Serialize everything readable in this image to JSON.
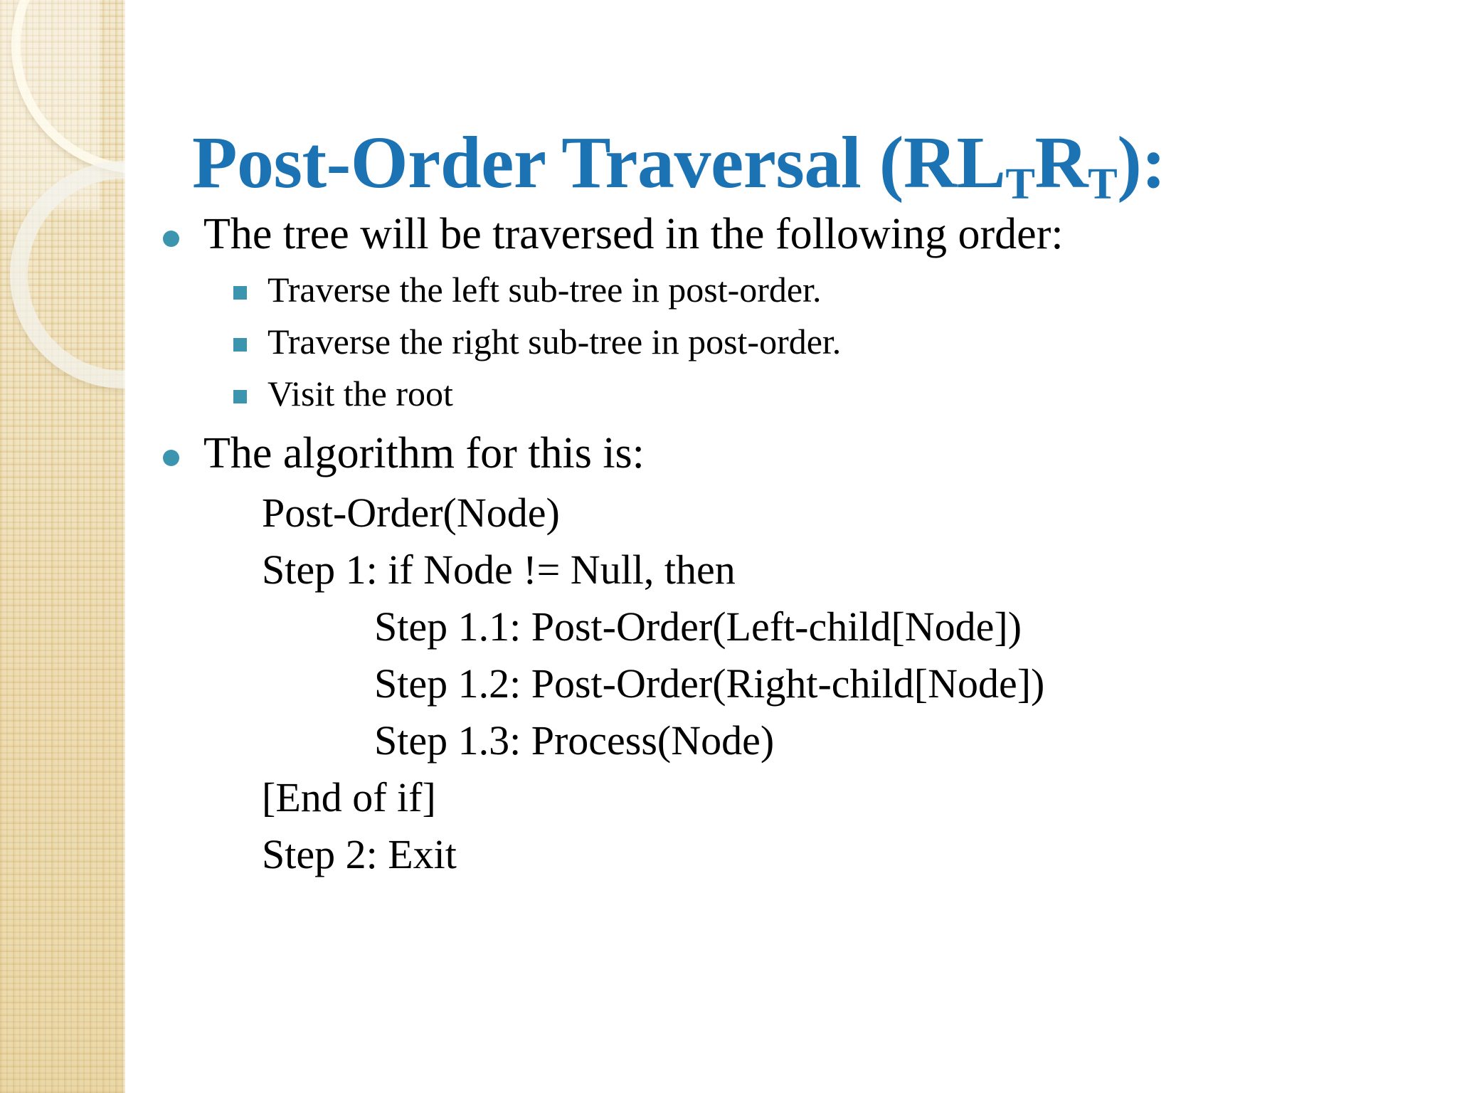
{
  "slide": {
    "title": {
      "before_sub1": "Post-Order Traversal (RL",
      "sub1": "T",
      "between_subs": "R",
      "sub2": "T",
      "after_sub2": "):",
      "full_text": "Post-Order Traversal (RLTRT):",
      "color": "#1C73B3"
    },
    "bullets": {
      "intro": "The tree will be traversed in the following order:",
      "sub_items": [
        "Traverse the left sub-tree in post-order.",
        "Traverse the right sub-tree in post-order.",
        "Visit the root"
      ],
      "algorithm_intro": "The algorithm for this is:"
    },
    "algorithm_lines": [
      {
        "text": "Post-Order(Node)",
        "indent": 1
      },
      {
        "text": "Step 1: if Node != Null, then",
        "indent": 1
      },
      {
        "text": "Step 1.1: Post-Order(Left-child[Node])",
        "indent": 2
      },
      {
        "text": "Step 1.2: Post-Order(Right-child[Node])",
        "indent": 2
      },
      {
        "text": "Step 1.3: Process(Node)",
        "indent": 2
      },
      {
        "text": "[End of if]",
        "indent": 1
      },
      {
        "text": "Step 2: Exit",
        "indent": 1
      }
    ],
    "theme": {
      "title_color": "#1C73B3",
      "bullet_color": "#3C95AE",
      "body_text_color": "#000000",
      "background_color": "#FFFFFF",
      "decor_panel_color": "#EFE2BE"
    },
    "decor": {
      "panel_label": "decorative-side-panel",
      "ring_top_label": "cream-ring",
      "ring_bottom_label": "grey-ring"
    }
  }
}
